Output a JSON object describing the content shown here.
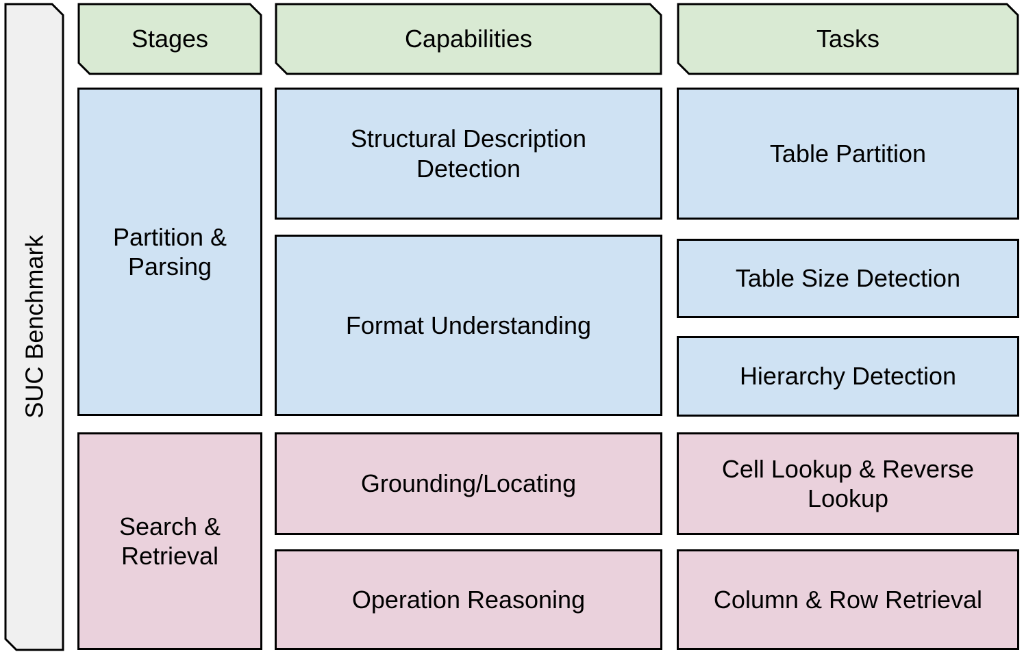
{
  "sidebar": {
    "label": "SUC Benchmark"
  },
  "headers": {
    "stages": "Stages",
    "capabilities": "Capabilities",
    "tasks": "Tasks"
  },
  "stages": {
    "partition_parsing": "Partition & Parsing",
    "search_retrieval": "Search & Retrieval"
  },
  "capabilities": {
    "structural_description_detection": "Structural Description Detection",
    "format_understanding": "Format Understanding",
    "grounding_locating": "Grounding/Locating",
    "operation_reasoning": "Operation Reasoning"
  },
  "tasks": {
    "table_partition": "Table Partition",
    "table_size_detection": "Table Size Detection",
    "hierarchy_detection": "Hierarchy Detection",
    "cell_lookup_reverse_lookup": "Cell Lookup & Reverse Lookup",
    "column_row_retrieval": "Column & Row Retrieval"
  },
  "colors": {
    "header_green": "#d9ead3",
    "stage_blue": "#cfe2f3",
    "stage_pink": "#ead1dc",
    "sidebar_gray": "#f0f0f0",
    "border": "#000000"
  }
}
